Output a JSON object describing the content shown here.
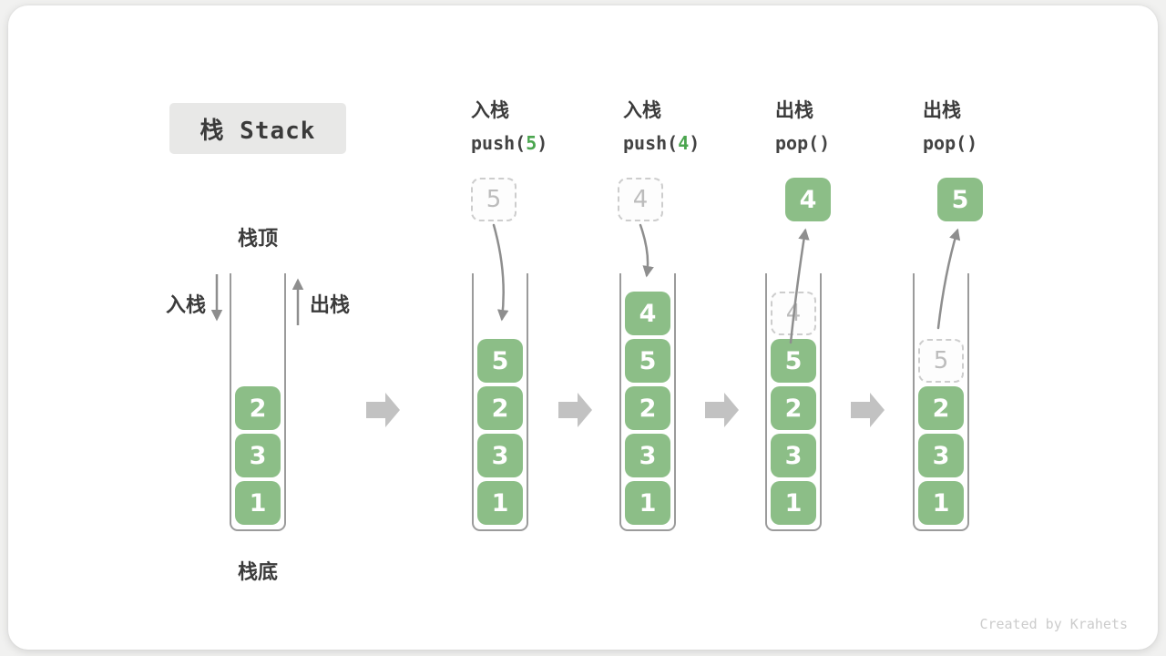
{
  "title": {
    "label": "栈 Stack"
  },
  "legend": {
    "stack_top": "栈顶",
    "stack_bottom": "栈底",
    "push_label": "入栈",
    "pop_label": "出栈"
  },
  "operations": [
    {
      "name": "入栈",
      "code_pre": "push(",
      "code_arg": "5",
      "code_post": ")"
    },
    {
      "name": "入栈",
      "code_pre": "push(",
      "code_arg": "4",
      "code_post": ")"
    },
    {
      "name": "出栈",
      "code_pre": "pop(",
      "code_arg": "",
      "code_post": ")"
    },
    {
      "name": "出栈",
      "code_pre": "pop(",
      "code_arg": "",
      "code_post": ")"
    }
  ],
  "stacks": [
    {
      "step": "initial",
      "blocks": [
        "1",
        "3",
        "2"
      ]
    },
    {
      "step": "after push(5)",
      "blocks": [
        "1",
        "3",
        "2",
        "5"
      ],
      "incoming": "5"
    },
    {
      "step": "after push(4)",
      "blocks": [
        "1",
        "3",
        "2",
        "5",
        "4"
      ],
      "incoming": "4"
    },
    {
      "step": "after pop()",
      "blocks": [
        "1",
        "3",
        "2",
        "5"
      ],
      "ghost": "4",
      "outgoing": "4"
    },
    {
      "step": "after pop()",
      "blocks": [
        "1",
        "3",
        "2"
      ],
      "ghost": "5",
      "outgoing": "5"
    }
  ],
  "watermark": "Created by Krahets",
  "colors": {
    "block_green": "#8cbe87",
    "code_arg_green": "#4aa54e",
    "arrow_gray": "#8e8e8e",
    "step_arrow_gray": "#c2c2c2",
    "ghost_gray": "#bcbcbc",
    "wall_gray": "#9b9b9b"
  }
}
